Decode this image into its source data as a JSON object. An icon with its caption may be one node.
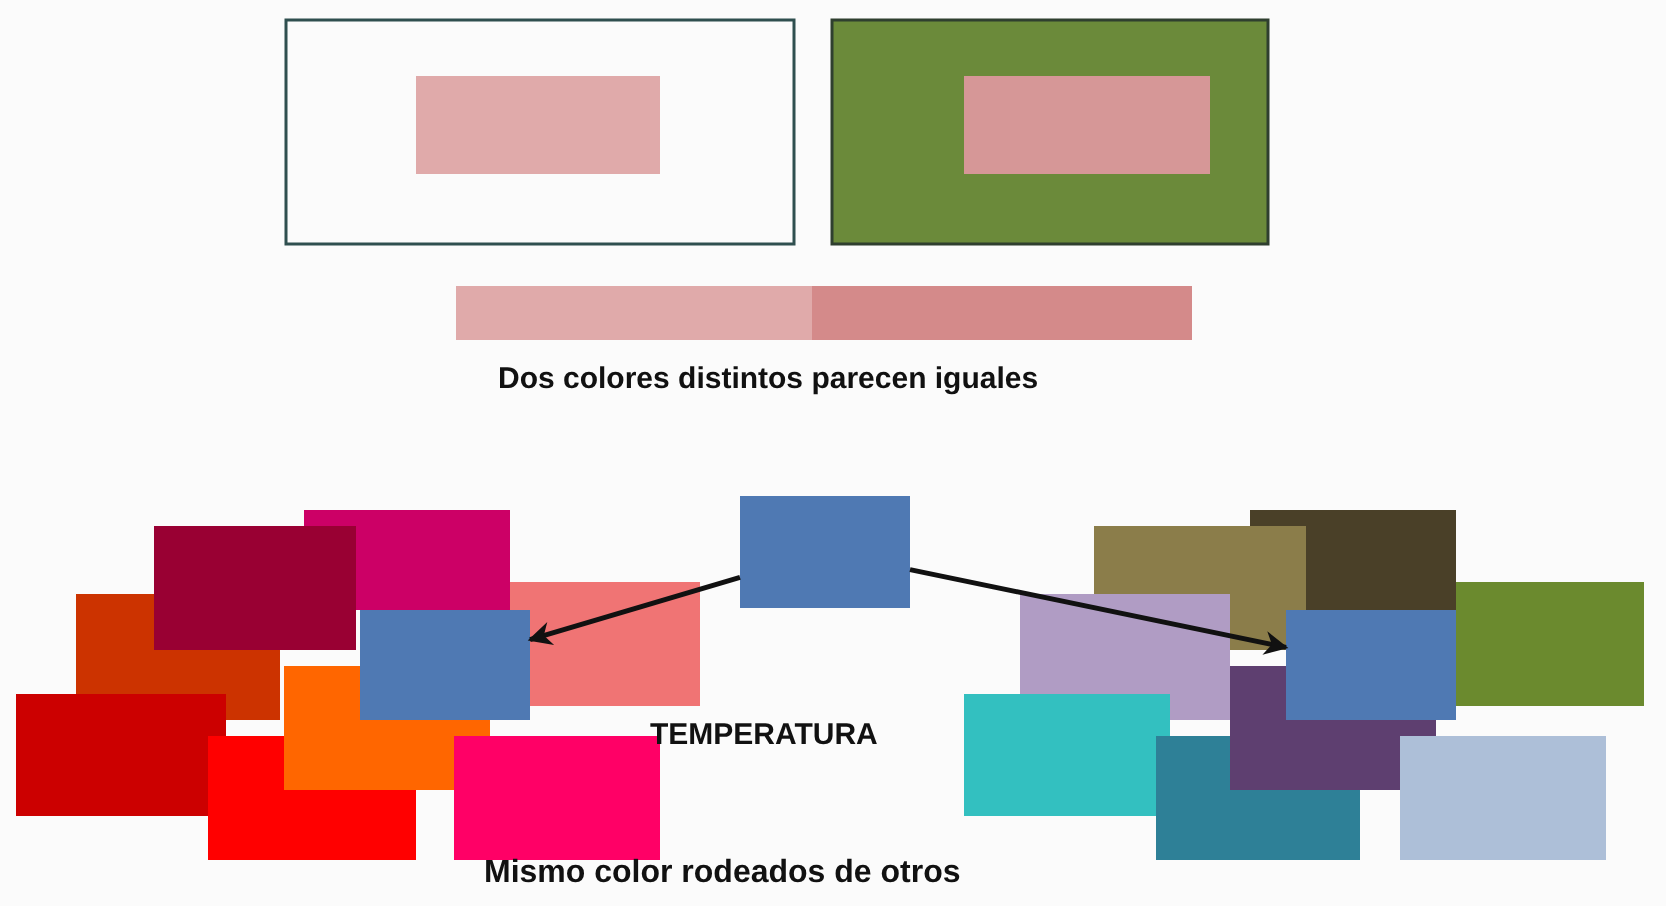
{
  "diagram": {
    "nodes": [
      {
        "text": [],
        "shape": "box"
      },
      {
        "text": [],
        "shape": "box"
      },
      {
        "text": [],
        "shape": "box"
      }
    ],
    "edges": [
      {
        "from": 0,
        "to": 1,
        "arrow": "to"
      },
      {
        "from": 0,
        "to": 2,
        "arrow": "to"
      }
    ],
    "labels": [
      "Dos colores distintos parecen iguales",
      "TEMPERATURA",
      "Mismo color rodeados de otros"
    ]
  }
}
